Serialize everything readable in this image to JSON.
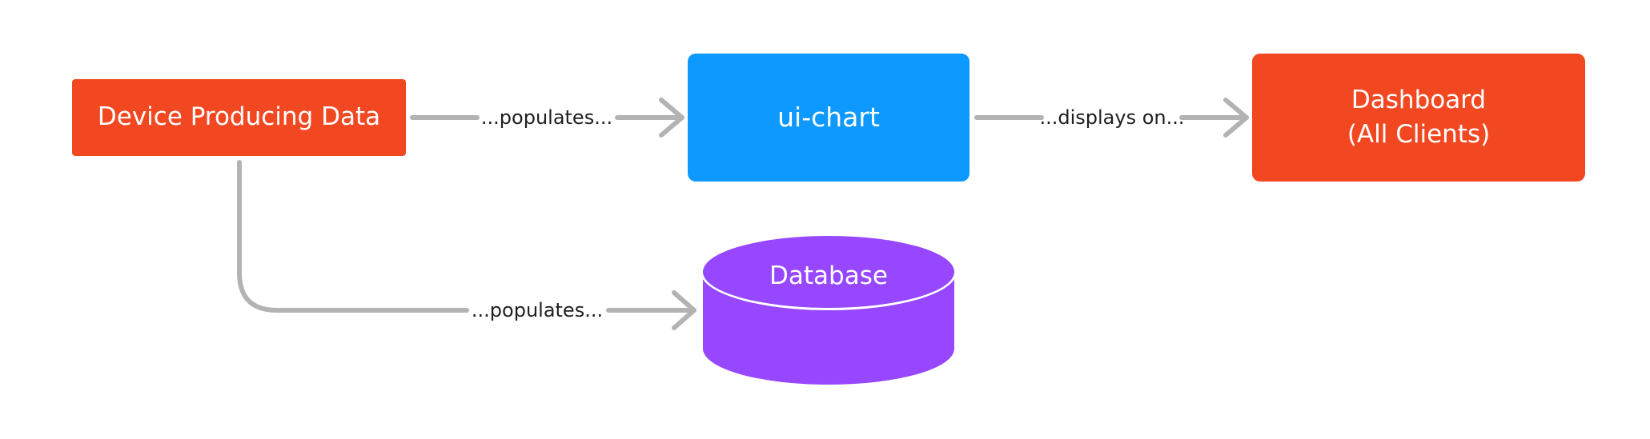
{
  "colors": {
    "device": "#f24822",
    "chart": "#0d99ff",
    "dashboard": "#f24822",
    "database": "#9747ff",
    "connector": "#b3b3b3",
    "label_text": "#1f1f1f"
  },
  "nodes": {
    "device": {
      "label": "Device Producing Data"
    },
    "chart": {
      "label": "ui-chart"
    },
    "dashboard": {
      "line1": "Dashboard",
      "line2": "(All Clients)"
    },
    "database": {
      "label": "Database"
    }
  },
  "edges": {
    "device_to_chart": {
      "label": "...populates..."
    },
    "chart_to_dashboard": {
      "label": "...displays on..."
    },
    "device_to_database": {
      "label": "...populates..."
    }
  }
}
